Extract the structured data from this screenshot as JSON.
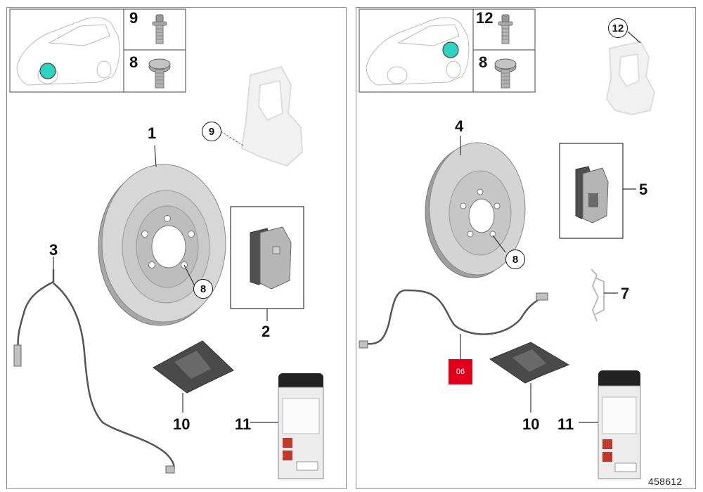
{
  "left_panel": {
    "legend": {
      "top_label": "9",
      "bottom_label": "8"
    },
    "callouts": {
      "disc": "1",
      "pads": "2",
      "sensor": "3",
      "caliper_ref": "9",
      "bolt_ref": "8",
      "paste": "10",
      "spray": "11"
    }
  },
  "right_panel": {
    "legend": {
      "top_label": "12",
      "bottom_label": "8"
    },
    "callouts": {
      "disc": "4",
      "pads": "5",
      "clip": "7",
      "carrier_ref": "12",
      "bolt_ref": "8",
      "highlight": "06",
      "paste": "10",
      "spray": "11"
    }
  },
  "diagram_id": "458612",
  "colors": {
    "highlight": "#e0001a",
    "locator_dot": "#2ed3c2",
    "line": "#333333"
  }
}
